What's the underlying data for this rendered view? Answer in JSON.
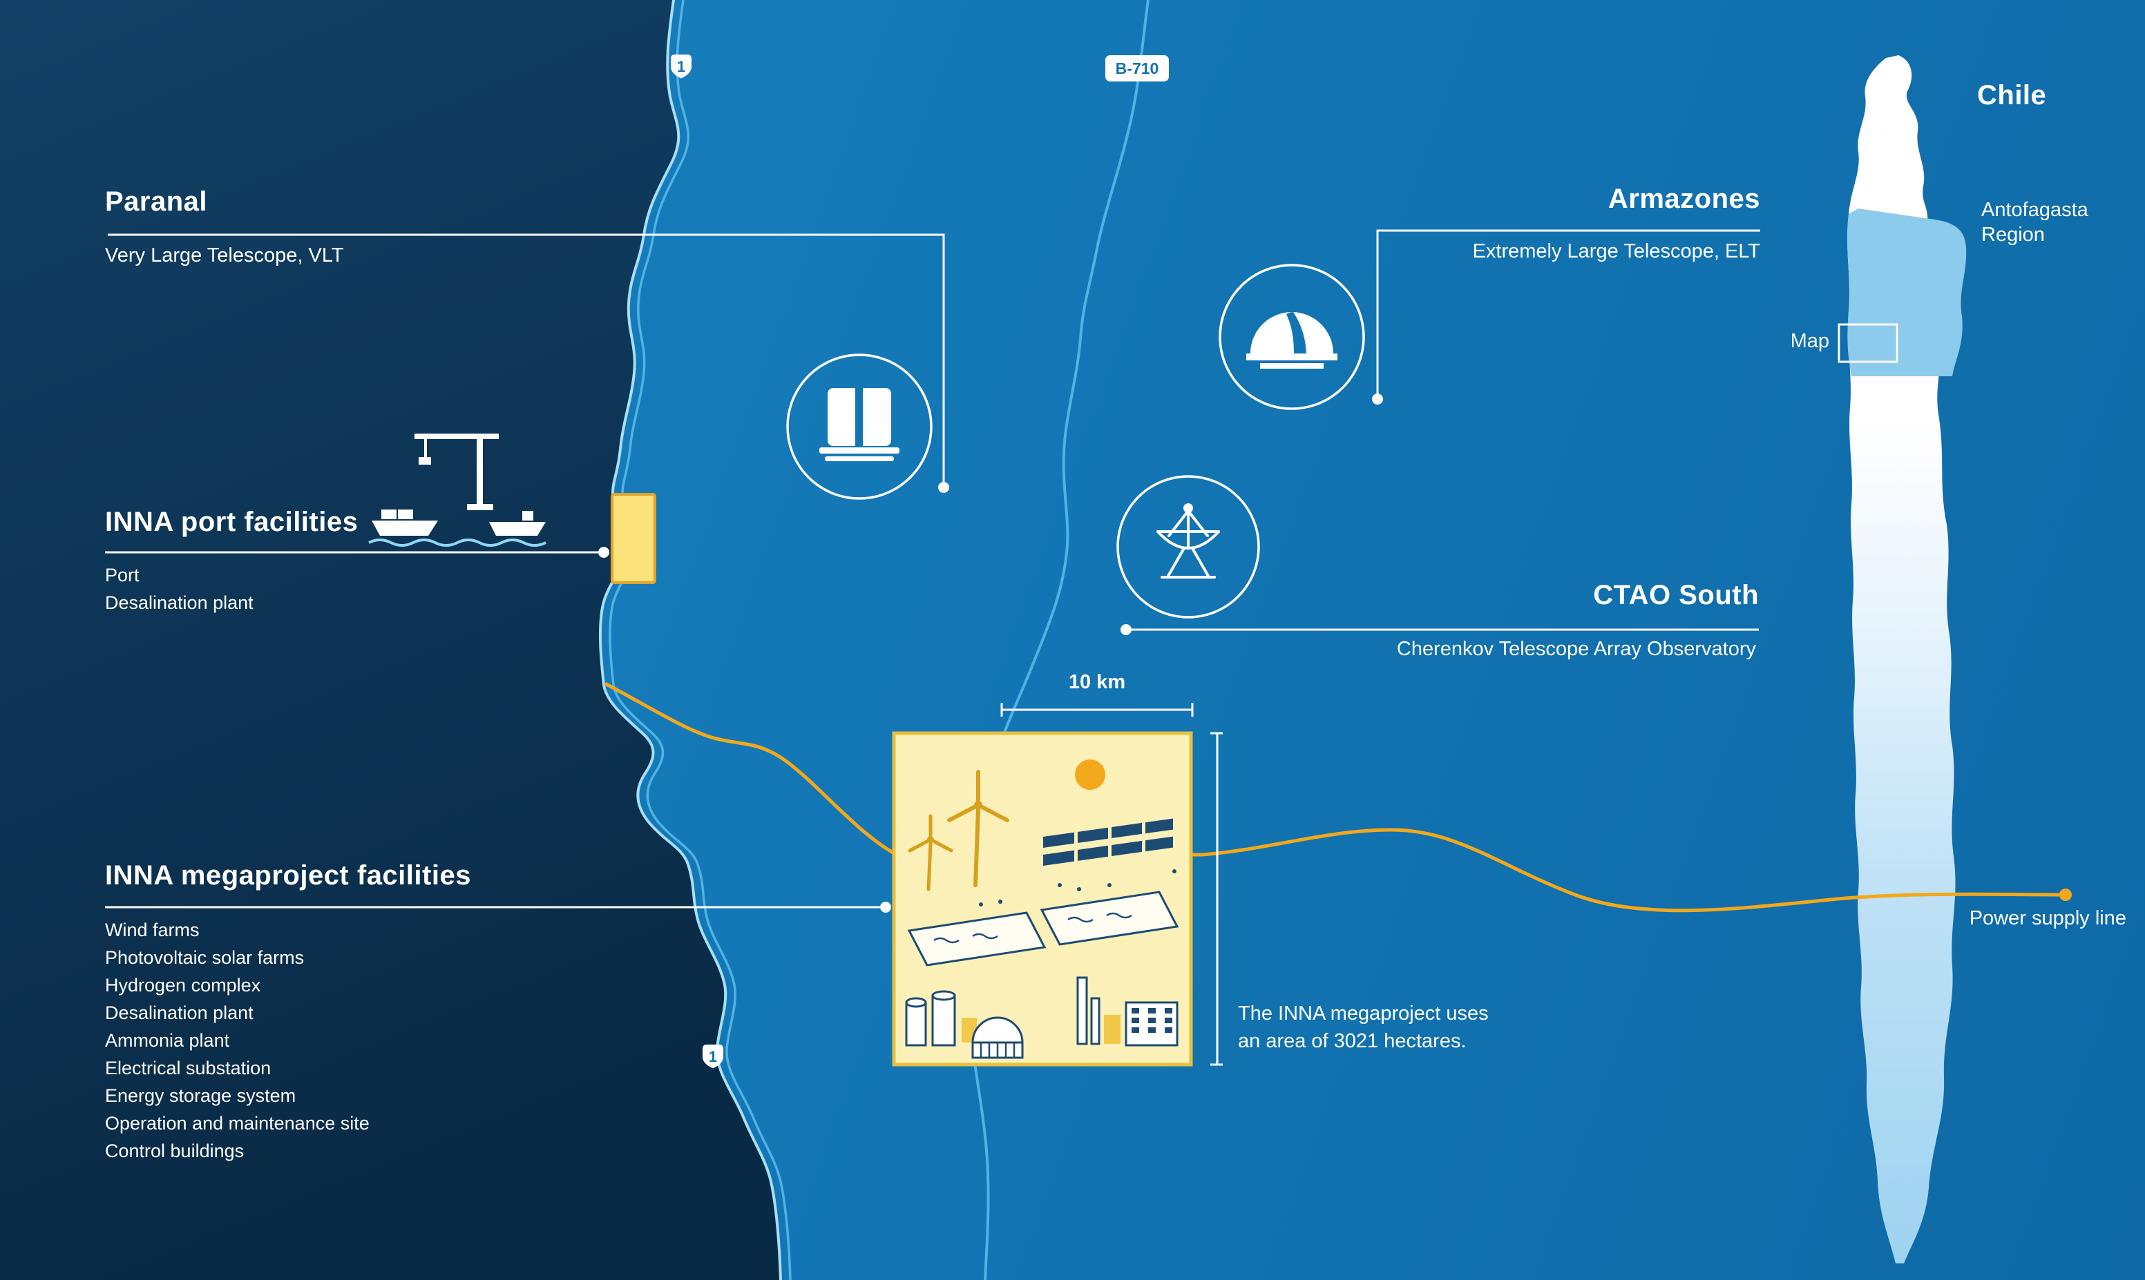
{
  "chile_panel": {
    "country": "Chile",
    "region_line1": "Antofagasta",
    "region_line2": "Region",
    "map_label": "Map"
  },
  "routes": {
    "route1": "1",
    "b710": "B-710"
  },
  "power_line_label": "Power supply line",
  "sites": {
    "paranal": {
      "title": "Paranal",
      "subtitle": "Very Large Telescope, VLT"
    },
    "armazones": {
      "title": "Armazones",
      "subtitle": "Extremely Large Telescope, ELT"
    },
    "ctao": {
      "title": "CTAO South",
      "subtitle": "Cherenkov Telescope Array Observatory"
    },
    "port": {
      "title": "INNA port facilities",
      "items": [
        "Port",
        "Desalination plant"
      ]
    },
    "megaproject": {
      "title": "INNA megaproject facilities",
      "items": [
        "Wind farms",
        "Photovoltaic solar farms",
        "Hydrogen complex",
        "Desalination plant",
        "Ammonia plant",
        "Electrical substation",
        "Energy storage system",
        "Operation and maintenance site",
        "Control buildings"
      ],
      "scale_label": "10 km",
      "area_note_line1": "The INNA megaproject uses",
      "area_note_line2": "an area of 3021 hectares."
    }
  },
  "colors": {
    "ocean_dark": "#0b2e4b",
    "land_blue": "#1375b3",
    "coastline": "#a6def7",
    "road": "#4fb3e4",
    "power_line_orange": "#f3a81b",
    "site_area_yellow_fill": "#faf0b8",
    "site_area_yellow_border": "#e7c03f",
    "chile_highlight": "#8ccbec",
    "text_white": "#ffffff"
  }
}
